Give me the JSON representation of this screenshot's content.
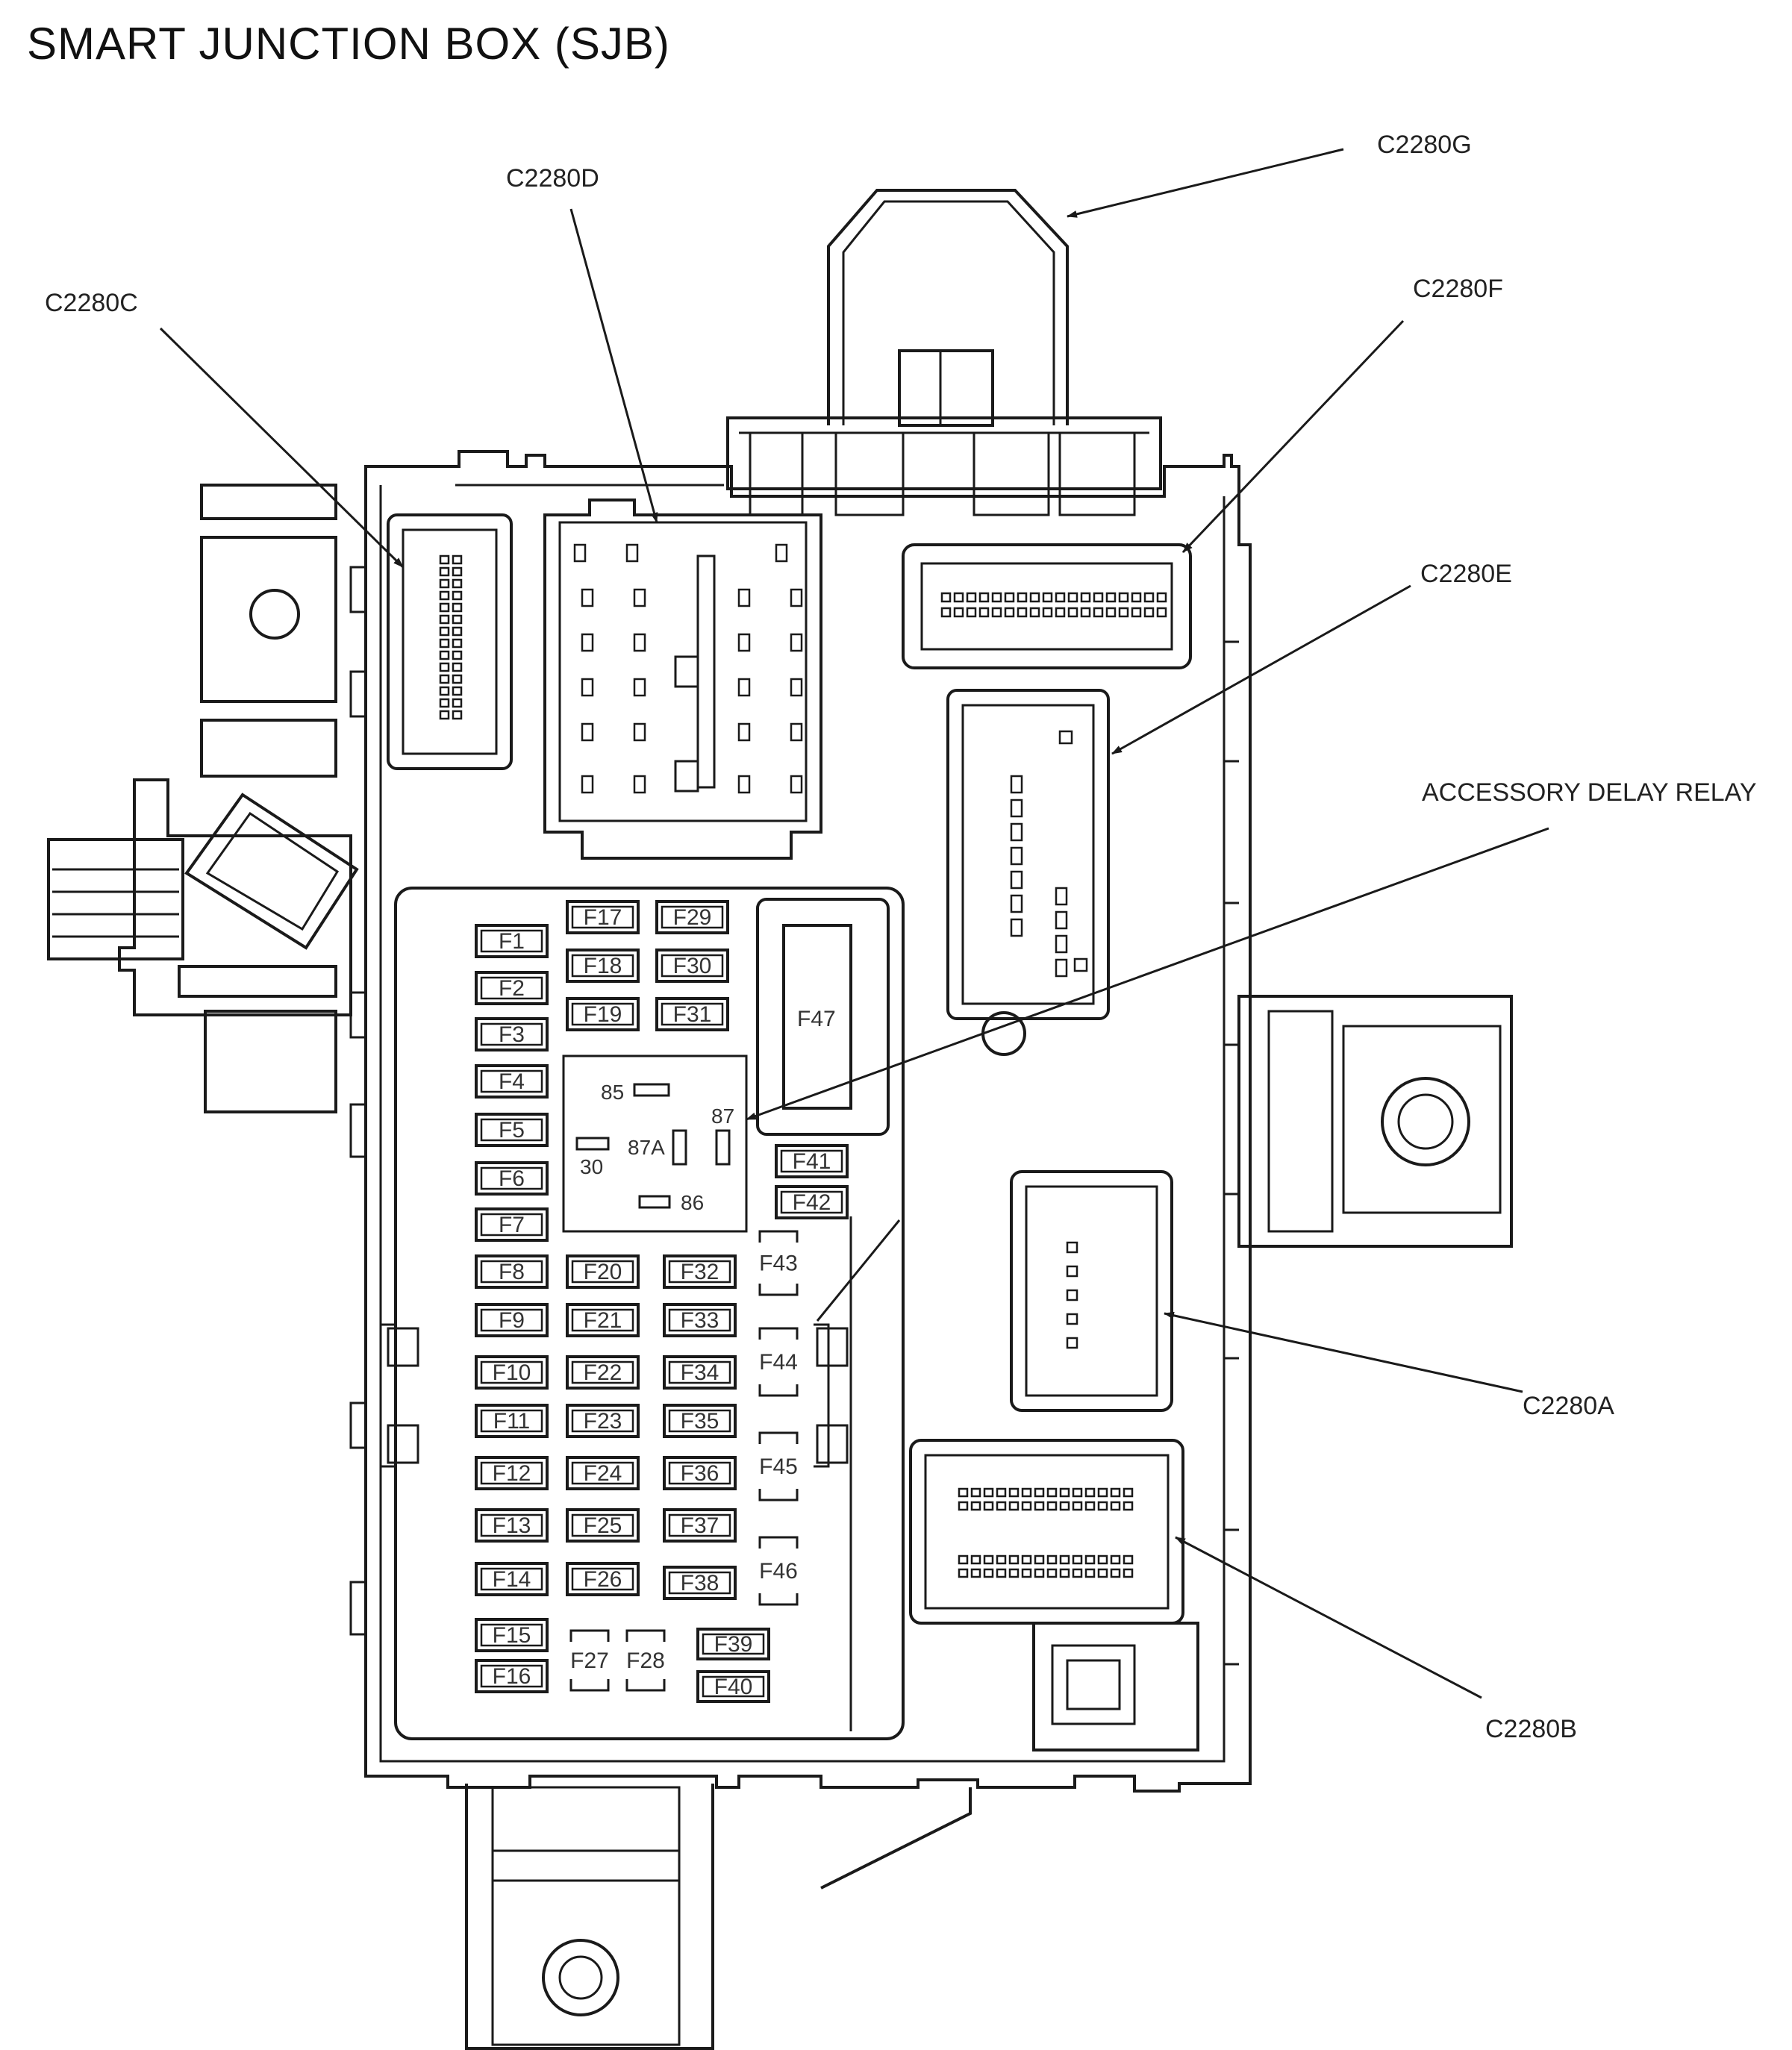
{
  "title": "SMART JUNCTION BOX (SJB)",
  "callouts": {
    "c2280g": "C2280G",
    "c2280d": "C2280D",
    "c2280c": "C2280C",
    "c2280f": "C2280F",
    "c2280e": "C2280E",
    "accessory_delay_relay": "ACCESSORY DELAY RELAY",
    "c2280a": "C2280A",
    "c2280b": "C2280B"
  },
  "fuses": {
    "f1": "F1",
    "f2": "F2",
    "f3": "F3",
    "f4": "F4",
    "f5": "F5",
    "f6": "F6",
    "f7": "F7",
    "f8": "F8",
    "f9": "F9",
    "f10": "F10",
    "f11": "F11",
    "f12": "F12",
    "f13": "F13",
    "f14": "F14",
    "f15": "F15",
    "f16": "F16",
    "f17": "F17",
    "f18": "F18",
    "f19": "F19",
    "f20": "F20",
    "f21": "F21",
    "f22": "F22",
    "f23": "F23",
    "f24": "F24",
    "f25": "F25",
    "f26": "F26",
    "f27": "F27",
    "f28": "F28",
    "f29": "F29",
    "f30": "F30",
    "f31": "F31",
    "f32": "F32",
    "f33": "F33",
    "f34": "F34",
    "f35": "F35",
    "f36": "F36",
    "f37": "F37",
    "f38": "F38",
    "f39": "F39",
    "f40": "F40",
    "f41": "F41",
    "f42": "F42",
    "f43": "F43",
    "f44": "F44",
    "f45": "F45",
    "f46": "F46",
    "f47": "F47"
  },
  "relay_pins": {
    "p85": "85",
    "p87": "87",
    "p87a": "87A",
    "p30": "30",
    "p86": "86"
  }
}
